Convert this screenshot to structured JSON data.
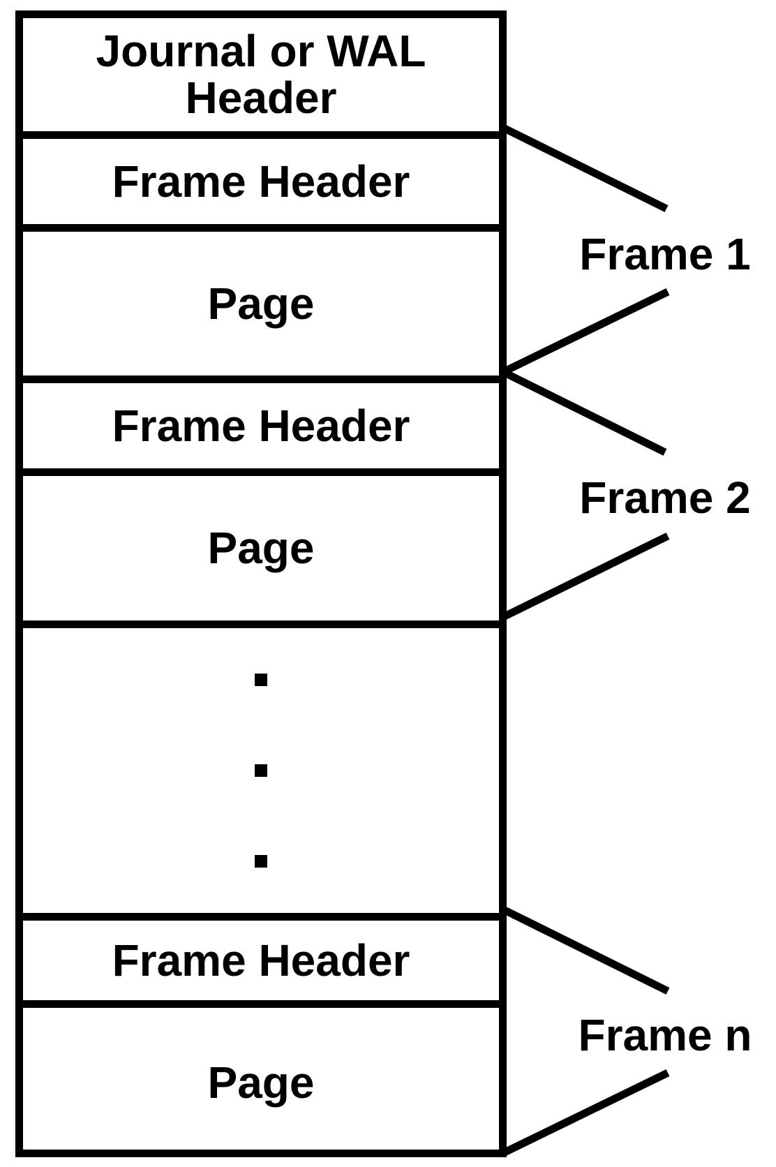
{
  "diagram": {
    "title_semantic": "Journal or WAL file structure",
    "colors": {
      "line": "#000000",
      "text": "#000000",
      "background": "#ffffff"
    },
    "column": {
      "rows": [
        {
          "id": "journal-header",
          "label": "Journal or WAL Header"
        },
        {
          "id": "frame-header-1",
          "label": "Frame Header"
        },
        {
          "id": "page-1",
          "label": "Page"
        },
        {
          "id": "frame-header-2",
          "label": "Frame Header"
        },
        {
          "id": "page-2",
          "label": "Page"
        },
        {
          "id": "ellipsis",
          "label": "",
          "dots": 3
        },
        {
          "id": "frame-header-n",
          "label": "Frame Header"
        },
        {
          "id": "page-n",
          "label": "Page"
        }
      ]
    },
    "frame_labels": [
      {
        "id": "frame-1",
        "label": "Frame 1"
      },
      {
        "id": "frame-2",
        "label": "Frame 2"
      },
      {
        "id": "frame-n",
        "label": "Frame n"
      }
    ]
  }
}
